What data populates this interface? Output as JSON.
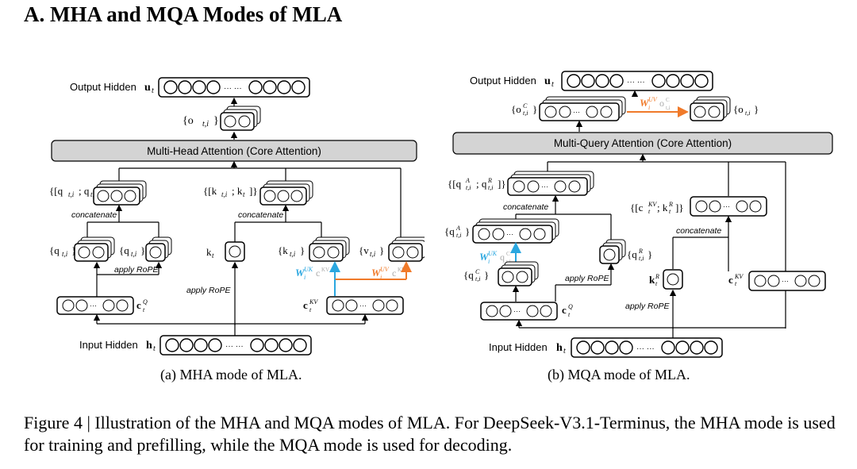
{
  "section": {
    "title": "A. MHA and MQA Modes of MLA"
  },
  "mha": {
    "output_hidden": "Output Hidden",
    "output_var": "u",
    "output_sub": "t",
    "o_ti": "{o",
    "core": "Multi-Head Attention (Core Attention)",
    "q_concat_label": "{[q",
    "k_concat_label": "{[k",
    "concatenate": "concatenate",
    "qC": "{q",
    "qR": "{q",
    "kR": "k",
    "kC": "{k",
    "vC": "{v",
    "apply_rope": "apply RoPE",
    "cQ": "c",
    "cKV": "c",
    "wUK": "W",
    "wUV": "W",
    "input_hidden": "Input Hidden",
    "input_var": "h",
    "input_sub": "t",
    "dots": "··· ···",
    "caption": "(a) MHA mode of MLA."
  },
  "mqa": {
    "output_hidden": "Output Hidden",
    "output_var": "u",
    "output_sub": "t",
    "oC": "{o",
    "o_ti": "{o",
    "wUV": "W",
    "core": "Multi-Query Attention (Core Attention)",
    "qA_qR": "{[q",
    "ckv_kR": "{[c",
    "concatenate": "concatenate",
    "qA": "{q",
    "wUK": "W",
    "qR": "{q",
    "qC": "{q",
    "kR": "k",
    "cKV": "c",
    "apply_rope": "apply RoPE",
    "cQ": "c",
    "input_hidden": "Input Hidden",
    "input_var": "h",
    "input_sub": "t",
    "dots": "··· ···",
    "caption": "(b) MQA mode of MLA."
  },
  "caption": {
    "text": "Figure 4 | Illustration of the MHA and MQA modes of MLA. For DeepSeek-V3.1-Terminus, the MHA mode is used for training and prefilling, while the MQA mode is used for decoding."
  },
  "colors": {
    "blue": "#2aa7e0",
    "orange": "#f07a2a",
    "box_gray": "#d4d4d4"
  }
}
